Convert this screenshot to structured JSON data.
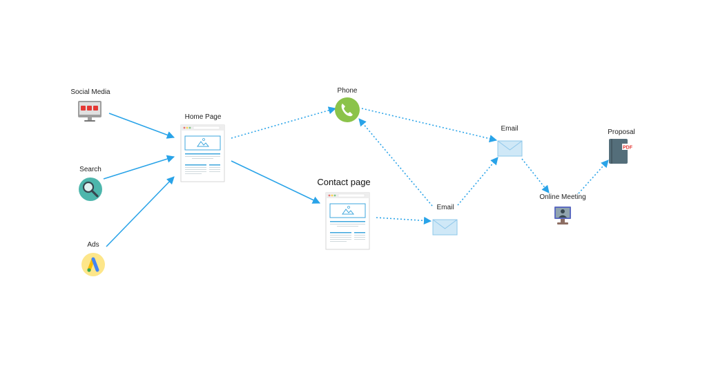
{
  "diagram": {
    "nodes": {
      "social_media": {
        "label": "Social Media",
        "icon": "monitor-social-icon"
      },
      "search": {
        "label": "Search",
        "icon": "magnifier-icon"
      },
      "ads": {
        "label": "Ads",
        "icon": "google-ads-icon"
      },
      "home_page": {
        "label": "Home Page",
        "icon": "webpage-icon"
      },
      "contact_page": {
        "label": "Contact page",
        "icon": "webpage-icon"
      },
      "phone": {
        "label": "Phone",
        "icon": "phone-icon"
      },
      "email_lower": {
        "label": "Email",
        "icon": "envelope-icon"
      },
      "email_upper": {
        "label": "Email",
        "icon": "envelope-icon"
      },
      "online_meeting": {
        "label": "Online Meeting",
        "icon": "video-call-icon"
      },
      "proposal": {
        "label": "Proposal",
        "icon": "pdf-book-icon"
      }
    },
    "pdf_badge": "PDF",
    "edges": [
      {
        "from": "social_media",
        "to": "home_page",
        "style": "solid"
      },
      {
        "from": "search",
        "to": "home_page",
        "style": "solid"
      },
      {
        "from": "ads",
        "to": "home_page",
        "style": "solid"
      },
      {
        "from": "home_page",
        "to": "phone",
        "style": "dotted"
      },
      {
        "from": "home_page",
        "to": "contact_page",
        "style": "solid"
      },
      {
        "from": "contact_page",
        "to": "email_lower",
        "style": "dotted"
      },
      {
        "from": "email_lower",
        "to": "phone",
        "style": "dotted"
      },
      {
        "from": "phone",
        "to": "email_upper",
        "style": "dotted"
      },
      {
        "from": "email_lower",
        "to": "email_upper",
        "style": "dotted"
      },
      {
        "from": "email_upper",
        "to": "online_meeting",
        "style": "dotted"
      },
      {
        "from": "online_meeting",
        "to": "proposal",
        "style": "dotted"
      }
    ],
    "colors": {
      "arrow": "#29a3e8",
      "page_accent": "#3ba5dc",
      "phone_green": "#8bc34a",
      "search_teal": "#4db6ac",
      "ads_yellow": "#fde68a",
      "envelope": "#cfe8f7",
      "book": "#546e7a",
      "pdf_red": "#e53935"
    }
  }
}
